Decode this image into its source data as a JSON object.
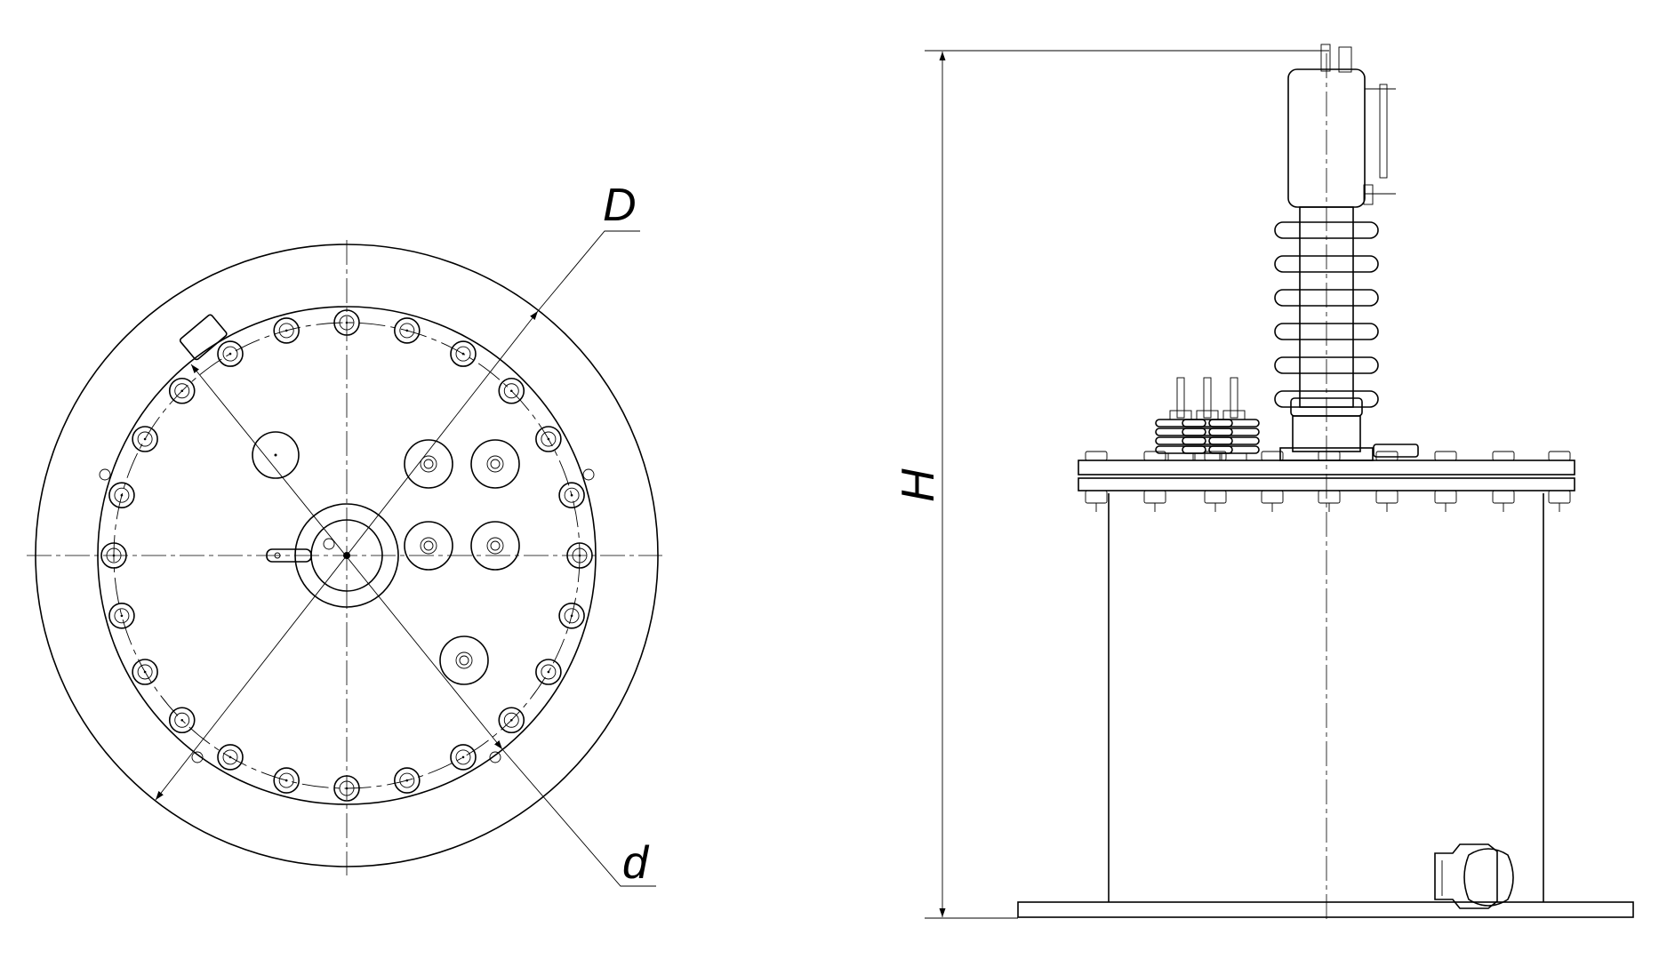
{
  "dimensions": {
    "outer_diameter_label": "D",
    "inner_diameter_label": "d",
    "height_label": "H"
  }
}
